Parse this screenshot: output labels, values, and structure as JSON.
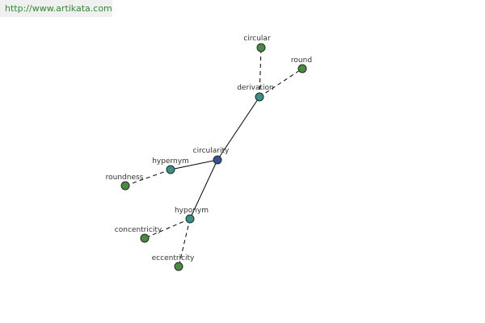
{
  "banner": {
    "url": "http://www.artikata.com",
    "background": "#f0f0f0",
    "text_color": "#2e8b2e"
  },
  "colors": {
    "center": "#3b4f95",
    "relation": "#3a8e8c",
    "leaf": "#4a8a42",
    "edge": "#000000"
  },
  "nodes": [
    {
      "id": "circularity",
      "label": "circularity",
      "kind": "center"
    },
    {
      "id": "derivation",
      "label": "derivation",
      "kind": "relation"
    },
    {
      "id": "hypernym",
      "label": "hypernym",
      "kind": "relation"
    },
    {
      "id": "hyponym",
      "label": "hyponym",
      "kind": "relation"
    },
    {
      "id": "circular",
      "label": "circular",
      "kind": "leaf"
    },
    {
      "id": "round",
      "label": "round",
      "kind": "leaf"
    },
    {
      "id": "roundness",
      "label": "roundness",
      "kind": "leaf"
    },
    {
      "id": "concentricity",
      "label": "concentricity",
      "kind": "leaf"
    },
    {
      "id": "eccentricity",
      "label": "eccentricity",
      "kind": "leaf"
    }
  ],
  "edges": [
    {
      "from": "circularity",
      "to": "derivation",
      "style": "solid"
    },
    {
      "from": "circularity",
      "to": "hypernym",
      "style": "solid"
    },
    {
      "from": "circularity",
      "to": "hyponym",
      "style": "solid"
    },
    {
      "from": "derivation",
      "to": "circular",
      "style": "dashed"
    },
    {
      "from": "derivation",
      "to": "round",
      "style": "dashed"
    },
    {
      "from": "hypernym",
      "to": "roundness",
      "style": "dashed"
    },
    {
      "from": "hyponym",
      "to": "concentricity",
      "style": "dashed"
    },
    {
      "from": "hyponym",
      "to": "eccentricity",
      "style": "dashed"
    }
  ]
}
